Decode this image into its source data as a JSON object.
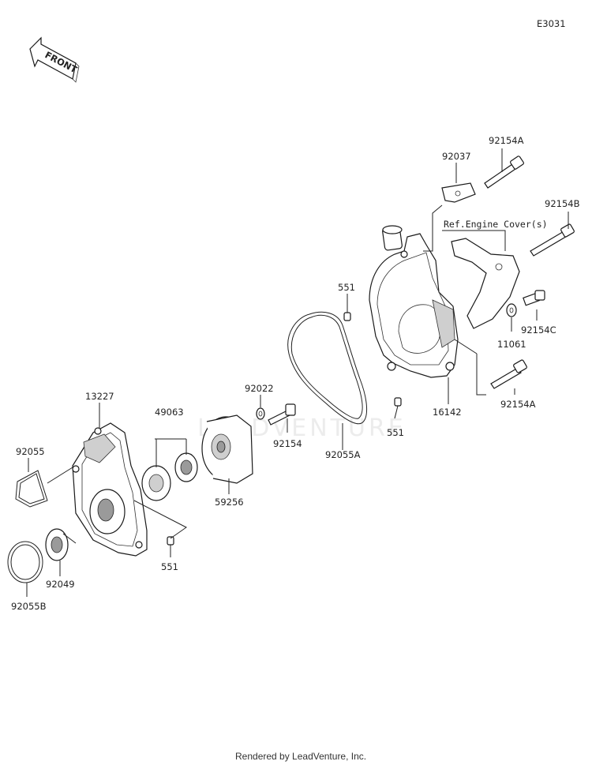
{
  "diagram_code": "E3031",
  "front_label": "FRONT",
  "watermark": "LEADVENTURE",
  "footer": "Rendered by LeadVenture, Inc.",
  "ref_note": "Ref.Engine Cover(s)",
  "part_labels": {
    "p92154A_top": "92154A",
    "p92037": "92037",
    "p92154B": "92154B",
    "p551_right_upper": "551",
    "p92154C": "92154C",
    "p11061": "11061",
    "p92154A_bottom": "92154A",
    "p16142": "16142",
    "p551_right_lower": "551",
    "p92022": "92022",
    "p92154": "92154",
    "p92055A": "92055A",
    "p13227": "13227",
    "p49063": "49063",
    "p92055": "92055",
    "p59256": "59256",
    "p551_left": "551",
    "p92049": "92049",
    "p92055B": "92055B"
  }
}
